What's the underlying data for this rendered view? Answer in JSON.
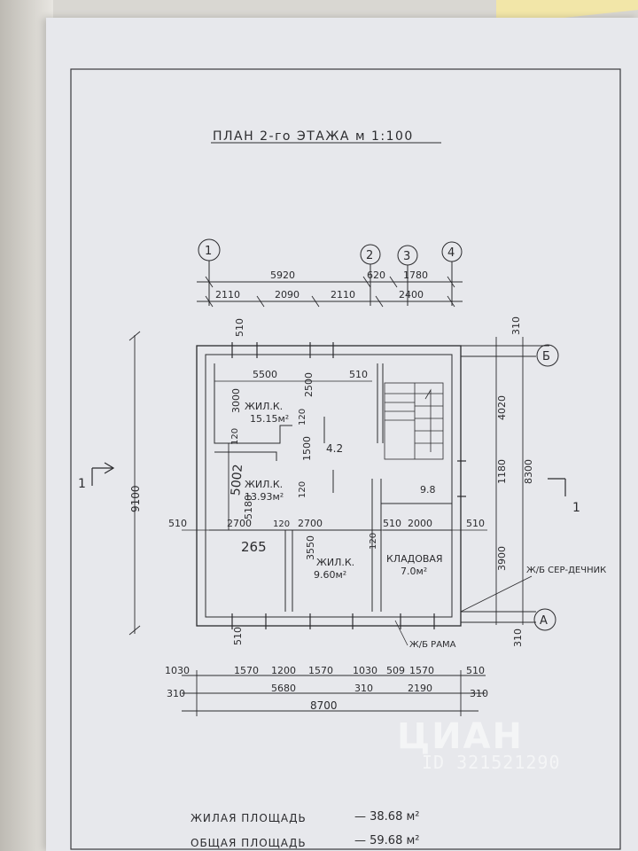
{
  "title": "ПЛАН 2-го ЭТАЖА   м 1:100",
  "axes": {
    "a1": "1",
    "a2": "2",
    "a3": "3",
    "a4": "4",
    "aB": "Б",
    "aA": "А"
  },
  "section_mark": "1",
  "top_dims": {
    "overall": "5920",
    "mid": "620",
    "right": "1780",
    "d1": "2110",
    "d2": "2090",
    "d3": "2110",
    "d4": "2400",
    "w510": "510"
  },
  "left_dims": {
    "total": "9100",
    "d510": "510",
    "d5180": "5180",
    "hand_note": "5002",
    "hand_note2": "265"
  },
  "right_dims": {
    "d310a": "310",
    "d4020": "4020",
    "d1180": "1180",
    "d8300": "8300",
    "d3900": "3900",
    "d310b": "310"
  },
  "inner_dims": {
    "d5500": "5500",
    "d510": "510",
    "d3000": "3000",
    "d2500": "2500",
    "d120a": "120",
    "d120b": "120",
    "d1500": "1500",
    "d120c": "120",
    "d2700a": "2700",
    "d120d": "120",
    "d2700b": "2700",
    "d510b": "510",
    "d2000": "2000",
    "d510c": "510",
    "d510d": "510",
    "d3550": "3550",
    "d120e": "120"
  },
  "rooms": {
    "r1": "ЖИЛ.К.",
    "r1a": "15.15м²",
    "r2": "ЖИЛ.К.",
    "r2a": "13.93м²",
    "r3": "ЖИЛ.К.",
    "r3a": "9.60м²",
    "r4": "КЛАДОВАЯ",
    "r4a": "7.0м²",
    "hall": "4.2",
    "wc": "9.8"
  },
  "notes": {
    "rama": "Ж/Б РАМА",
    "serd": "Ж/Б СЕР-ДЕЧНИК"
  },
  "bottom_dims": {
    "r1": [
      "1030",
      "1570",
      "1200",
      "1570",
      "1030",
      "509",
      "1570",
      "510"
    ],
    "r2": [
      "310",
      "5680",
      "310",
      "2190",
      "310"
    ],
    "total": "8700"
  },
  "footer": {
    "living_label": "ЖИЛАЯ ПЛОЩАДЬ",
    "living_value": "— 38.68 м²",
    "total_label": "ОБЩАЯ ПЛОЩАДЬ",
    "total_value": "— 59.68 м²"
  },
  "watermark": {
    "brand": "ЦИАН",
    "id": "ID 321521290"
  }
}
